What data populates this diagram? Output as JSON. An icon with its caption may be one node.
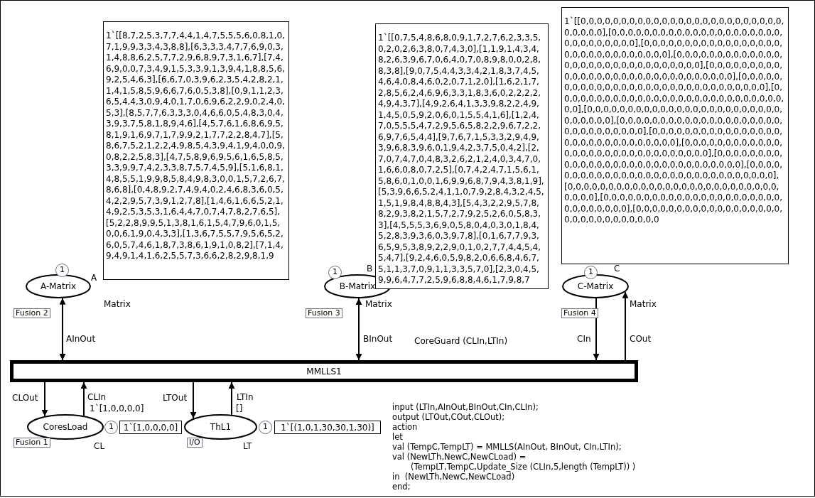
{
  "diagram": {
    "nodes": [
      {
        "text": [
          "A-Matrix"
        ],
        "beside": [
          "A",
          "Fusion 2",
          "Matrix"
        ]
      },
      {
        "text": [
          "B-Matrix"
        ],
        "beside": [
          "B",
          "Fusion 3",
          "Matrix"
        ]
      },
      {
        "text": [
          "C-Matrix"
        ],
        "beside": [
          "C",
          "Fusion 4",
          "Matrix"
        ]
      },
      {
        "text": [
          "MMLLS1"
        ],
        "beside": [
          "CoreGuard (CLIn,LTIn)"
        ]
      },
      {
        "text": [
          "CoresLoad"
        ],
        "beside": [
          "1`[1,0,0,0,0]",
          "Fusion 1",
          "CL"
        ]
      },
      {
        "text": [
          "ThL1"
        ],
        "beside": [
          "[]",
          "I/O",
          "LT"
        ]
      },
      {
        "text": [
          "1`[[8,7,2,5,3,7,7,4,4,1,4,7,5,5,5,6,0,8,1,0,7,1,9,9,3,3,4,3,8,8],[6,3,3,3,4,7,7,6,9,0,3,1,4,8,8,6,2,5,7,7,2,9,6,8,9,7,3,1,6,7],[7,4,6,9,0,0,7,3,4,9,1,5,3,3,9,1,3,9,4,1,8,8,5,6,9,2,5,4,6,3],[6,6,7,0,3,9,6,2,3,5,4,2,8,2,1,1,4,1,5,8,5,9,6,6,7,6,0,5,3,8],[0,9,1,1,2,3,6,5,4,4,3,0,9,4,0,1,7,0,6,9,6,2,2,9,0,2,4,0,5,3],[8,5,7,7,6,3,3,3,0,4,6,6,0,5,4,8,3,0,4,3,9,3,7,5,8,1,8,9,4,6],[4,5,7,6,1,6,8,6,9,5,8,1,9,1,6,9,7,1,7,9,9,2,1,7,7,2,2,8,4,7],[5,8,6,7,5,2,1,2,2,4,9,8,5,4,3,9,4,1,9,4,0,0,9,0,8,2,2,5,8,3],[4,7,5,8,9,6,9,5,6,1,6,5,8,5,3,3,9,9,7,4,2,3,3,8,7,5,7,4,5,9],[5,1,6,8,1,4,8,5,5,1,9,9,8,5,8,4,9,8,3,0,0,1,5,7,2,6,7,8,6,8],[0,4,8,9,2,7,4,9,4,0,2,4,6,8,3,6,0,5,4,2,2,9,5,7,3,9,1,2,7,8],[1,4,6,1,6,6,5,2,1,4,9,2,5,3,5,3,1,6,4,4,7,0,7,4,7,8,2,7,6,5],[5,2,2,8,9,9,5,1,3,8,1,6,1,5,4,7,9,6,0,1,5,0,0,6,1,9,0,4,3,3],[1,3,6,7,5,5,7,9,5,6,5,2,6,0,5,7,4,6,1,8,7,3,8,6,1,9,1,0,8,2],[7,1,4,9,4,9,1,4,1,6,2,5,5,7,3,6,6,2,8,2,9,8,1,9"
        ]
      },
      {
        "text": [
          "1`[[0,7,5,4,8,6,8,0,9,1,7,2,7,6,2,3,3,5,0,2,0,2,6,3,8,0,7,4,3,0],[1,1,9,1,4,3,4,8,2,6,3,9,6,7,0,6,4,0,7,0,8,9,8,0,0,2,8,8,3,8],[9,0,7,5,4,4,3,3,4,2,1,8,3,7,4,5,4,6,4,0,8,4,6,0,2,0,7,1,2,0],[1,6,2,1,7,2,8,5,6,2,4,6,9,6,3,3,1,8,3,6,0,2,2,2,2,4,9,4,3,7],[4,9,2,6,4,1,3,3,9,8,2,2,4,9,1,4,5,0,5,9,2,0,6,0,1,5,5,4,1,6],[1,2,4,7,0,5,5,5,4,7,2,9,5,6,5,8,2,2,9,6,7,2,2,6,9,7,6,5,4,4],[9,7,6,7,1,5,3,3,2,9,4,9,3,9,6,8,3,9,6,0,1,9,4,2,3,7,5,0,4,2],[2,7,0,7,4,7,0,4,8,3,2,6,2,1,2,4,0,3,4,7,0,1,6,6,0,8,0,7,2,5],[0,7,4,2,4,7,1,5,6,1,5,8,6,0,1,0,0,1,6,9,9,6,8,7,9,4,3,8,1,9],[5,3,9,6,6,5,2,4,1,1,0,7,9,2,8,4,3,2,4,5,1,5,1,9,8,4,8,8,4,3],[5,4,3,2,2,9,5,7,8,8,2,9,3,8,2,1,5,7,2,7,9,2,5,2,6,0,5,8,3,3],[4,5,5,5,3,6,9,0,5,8,0,4,0,3,0,1,8,4,5,2,8,3,9,3,6,0,3,9,7,8],[0,1,6,7,7,9,3,6,5,9,5,3,8,9,2,2,9,0,1,0,2,7,7,4,4,5,4,5,4,7],[9,2,4,6,0,5,9,8,2,0,6,6,8,4,6,7,5,1,1,3,7,0,9,1,1,3,3,5,7,0],[2,3,0,4,5,9,9,6,4,7,7,2,5,9,6,8,8,4,6,1,7,9,8,7"
        ]
      },
      {
        "text": [
          "1`[[0,0,0,0,0,0,0,0,0,0,0,0,0,0,0,0,0,0,0,0,0,0,0,0,0,0,0,0,0,0],[0,0,0,0,0,0,0,0,0,0,0,0,0,0,0,0,0,0,0,0,0,0,0,0,0,0,0,0,0,0],[0,0,0,0,0,0,0,0,0,0,0,0,0,0,0,0,0,0,0,0,0,0,0,0,0,0,0,0,0,0],[0,0,0,0,0,0,0,0,0,0,0,0,0,0,0,0,0,0,0,0,0,0,0,0,0,0,0,0,0,0],[0,0,0,0,0,0,0,0,0,0,0,0,0,0,0,0,0,0,0,0,0,0,0,0,0,0,0,0,0,0],[0,0,0,0,0,0,0,0,0,0,0,0,0,0,0,0,0,0,0,0,0,0,0,0,0,0,0,0,0,0],[0,0,0,0,0,0,0,0,0,0,0,0,0,0,0,0,0,0,0,0,0,0,0,0,0,0,0,0,0,0],[0,0,0,0,0,0,0,0,0,0,0,0,0,0,0,0,0,0,0,0,0,0,0,0,0,0,0,0,0,0],[0,0,0,0,0,0,0,0,0,0,0,0,0,0,0,0,0,0,0,0,0,0,0,0,0,0,0,0,0,0],[0,0,0,0,0,0,0,0,0,0,0,0,0,0,0,0,0,0,0,0,0,0,0,0,0,0,0,0,0,0],[0,0,0,0,0,0,0,0,0,0,0,0,0,0,0,0,0,0,0,0,0,0,0,0,0,0,0,0,0,0],[0,0,0,0,0,0,0,0,0,0,0,0,0,0,0,0,0,0,0,0,0,0,0,0,0,0,0,0,0,0],[0,0,0,0,0,0,0,0,0,0,0,0,0,0,0,0,0,0,0,0,0,0,0,0,0,0,0,0,0,0],[0,0,0,0,0,0,0,0,0,0,0,0,0,0,0,0,0,0,0,0,0,0,0,0,0,0,0,0,0,0],[0,0,0,0,0,0,0,0,0,0,0,0,0,0,0,0,0,0,0,0,0,0,0,0,0,0,0,0,0,0],[0,0,0,0,0,0,0,0,0,0,0,0,0,0,0,0,0,0,0,0,0,0,0,0,0,0,0,0,0,0"
        ]
      },
      {
        "text": [
          "1`[1,0,0,0,0]"
        ]
      },
      {
        "text": [
          "1`[(1,0,1,30,30,1,30)]"
        ]
      },
      {
        "text": [
          "1"
        ]
      },
      {
        "text": [
          "1"
        ]
      },
      {
        "text": [
          "1"
        ]
      },
      {
        "text": [
          "1"
        ]
      },
      {
        "text": [
          "1"
        ]
      }
    ],
    "edges": [
      {
        "from": 0,
        "to": 3,
        "arrow": "both",
        "label": "AInOut"
      },
      {
        "from": 1,
        "to": 3,
        "arrow": "both",
        "label": "BInOut"
      },
      {
        "from": 2,
        "to": 3,
        "arrow": "to",
        "label": "CIn"
      },
      {
        "from": 3,
        "to": 2,
        "arrow": "to",
        "label": "COut"
      },
      {
        "from": 3,
        "to": 4,
        "arrow": "to",
        "label": "CLOut"
      },
      {
        "from": 4,
        "to": 3,
        "arrow": "to",
        "label": "CLIn"
      },
      {
        "from": 3,
        "to": 5,
        "arrow": "to",
        "label": "LTOut"
      },
      {
        "from": 5,
        "to": 3,
        "arrow": "to",
        "label": "LTIn"
      }
    ],
    "labels": [
      "input (LTIn,AInOut,BInOut,CIn,CLIn);",
      "output (LTOut,COut,CLOut);",
      "action",
      "let",
      "val (TempC,TempLT) = MMLLS(AInOut, BInOut, CIn,LTIn);",
      "val (NewLTh,NewC,NewCLoad) =",
      "(TempLT,TempC,Update_Size (CLIn,5,length (TempLT)) )",
      "in  (NewLTh,NewC,NewCLoad)",
      "end;"
    ]
  }
}
